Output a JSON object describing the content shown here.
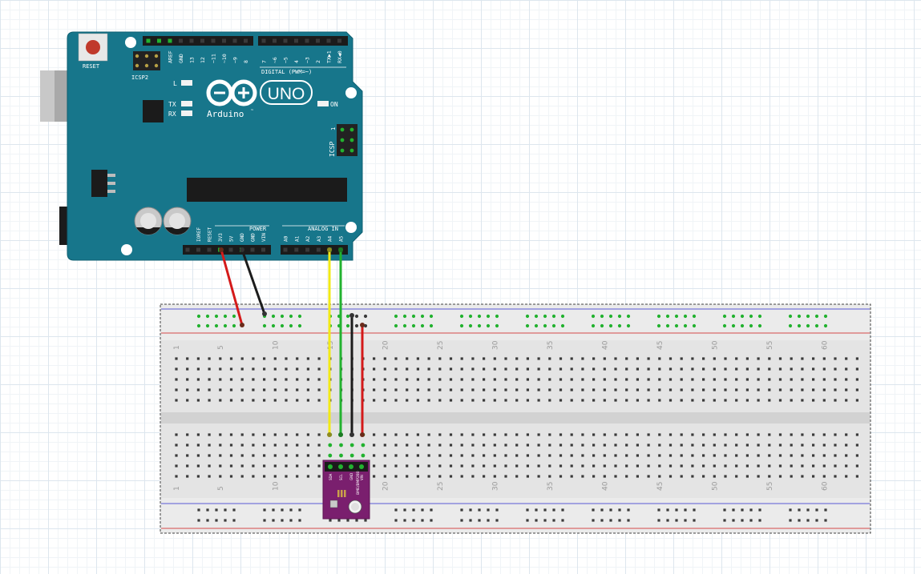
{
  "arduino": {
    "reset_label": "RESET",
    "icsp2_label": "ICSP2",
    "icsp_label": "ICSP",
    "icsp_pin1": "1",
    "digital_label": "DIGITAL (PWM=~)",
    "digital_pins": [
      "AREF",
      "GND",
      "13",
      "12",
      "~11",
      "~10",
      "~9",
      "8",
      "7",
      "~6",
      "~5",
      "4",
      "~3",
      "2",
      "TX▶1",
      "RX◀0"
    ],
    "led_l": "L",
    "led_tx": "TX",
    "led_rx": "RX",
    "on_label": "ON",
    "brand": "Arduino",
    "trademark": "™",
    "model": "UNO",
    "power_label": "POWER",
    "power_pins": [
      "IOREF",
      "RESET",
      "3V3",
      "5V",
      "GND",
      "GND",
      "VIN"
    ],
    "analog_label": "ANALOG IN",
    "analog_pins": [
      "A0",
      "A1",
      "A2",
      "A3",
      "A4",
      "A5"
    ]
  },
  "breadboard": {
    "column_numbers": [
      "1",
      "5",
      "10",
      "15",
      "20",
      "25",
      "30",
      "35",
      "40",
      "45",
      "50",
      "55",
      "60"
    ]
  },
  "sensor": {
    "name": "BME/BMP280",
    "pins": [
      "SDA",
      "SCL",
      "GND",
      "VIN"
    ]
  },
  "colors": {
    "board": "#17768b",
    "wire_red": "#d41a1a",
    "wire_black": "#1c1c1c",
    "wire_yellow": "#f2ea15",
    "wire_green": "#22b22f",
    "sensor": "#7a1f6e"
  }
}
